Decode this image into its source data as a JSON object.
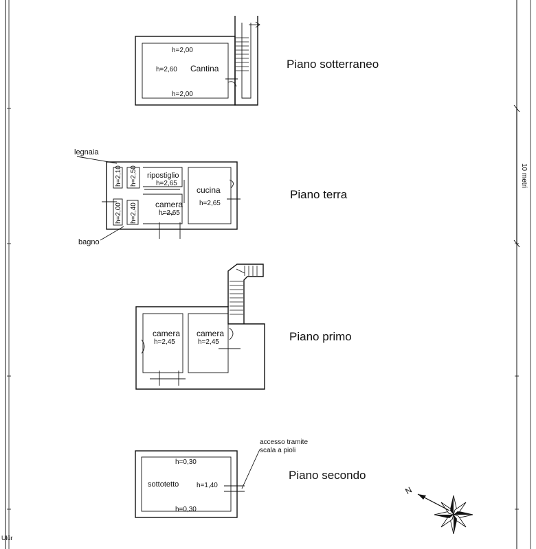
{
  "floors": {
    "basement": {
      "title": "Piano sotterraneo",
      "room": "Cantina",
      "h_top": "h=2,00",
      "h_mid": "h=2,60",
      "h_bottom": "h=2,00"
    },
    "ground": {
      "title": "Piano terra",
      "legnaia": "legnaia",
      "bagno": "bagno",
      "h_legnaia": "h=2,10",
      "h_2_50": "h=2,50",
      "h_bagno": "h=2,00",
      "h_2_40": "h=2,40",
      "ripostiglio": "ripostiglio",
      "h_ripostiglio": "h=2,65",
      "cucina": "cucina",
      "h_cucina": "h=2,65",
      "camera": "camera",
      "h_camera": "h=2,65"
    },
    "first": {
      "title": "Piano primo",
      "camera_left": "camera",
      "h_left": "h=2,45",
      "camera_right": "camera",
      "h_right": "h=2,45"
    },
    "second": {
      "title": "Piano secondo",
      "room": "sottotetto",
      "h_top": "h=0,30",
      "h_mid": "h=1,40",
      "h_bottom": "h=0,30",
      "access_line1": "accesso tramite",
      "access_line2": "scala a pioli"
    }
  },
  "scale_label": "10 metri",
  "corner_text": "Ulür",
  "compass_label": "N"
}
